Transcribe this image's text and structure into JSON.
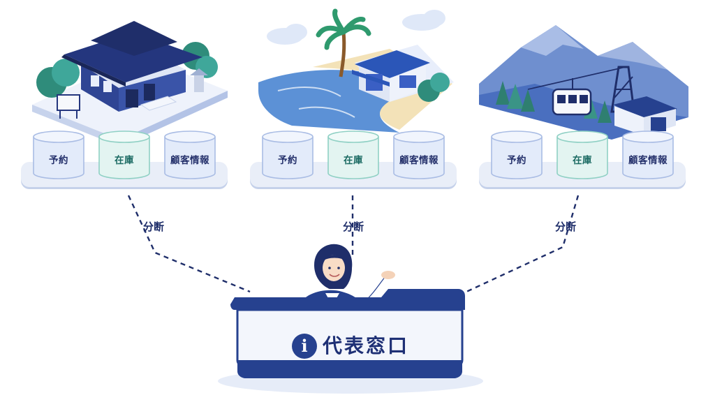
{
  "connection_label": "分断",
  "locations": [
    {
      "id": "temple",
      "databases": [
        "予約",
        "在庫",
        "顧客情報"
      ]
    },
    {
      "id": "beach",
      "databases": [
        "予約",
        "在庫",
        "顧客情報"
      ]
    },
    {
      "id": "mountain",
      "databases": [
        "予約",
        "在庫",
        "顧客情報"
      ]
    }
  ],
  "desk": {
    "title": "代表窓口",
    "icon": "info-icon"
  },
  "colors": {
    "navy": "#1f2e6a",
    "accent": "#3a5fc4",
    "teal": "#3fa79a"
  }
}
